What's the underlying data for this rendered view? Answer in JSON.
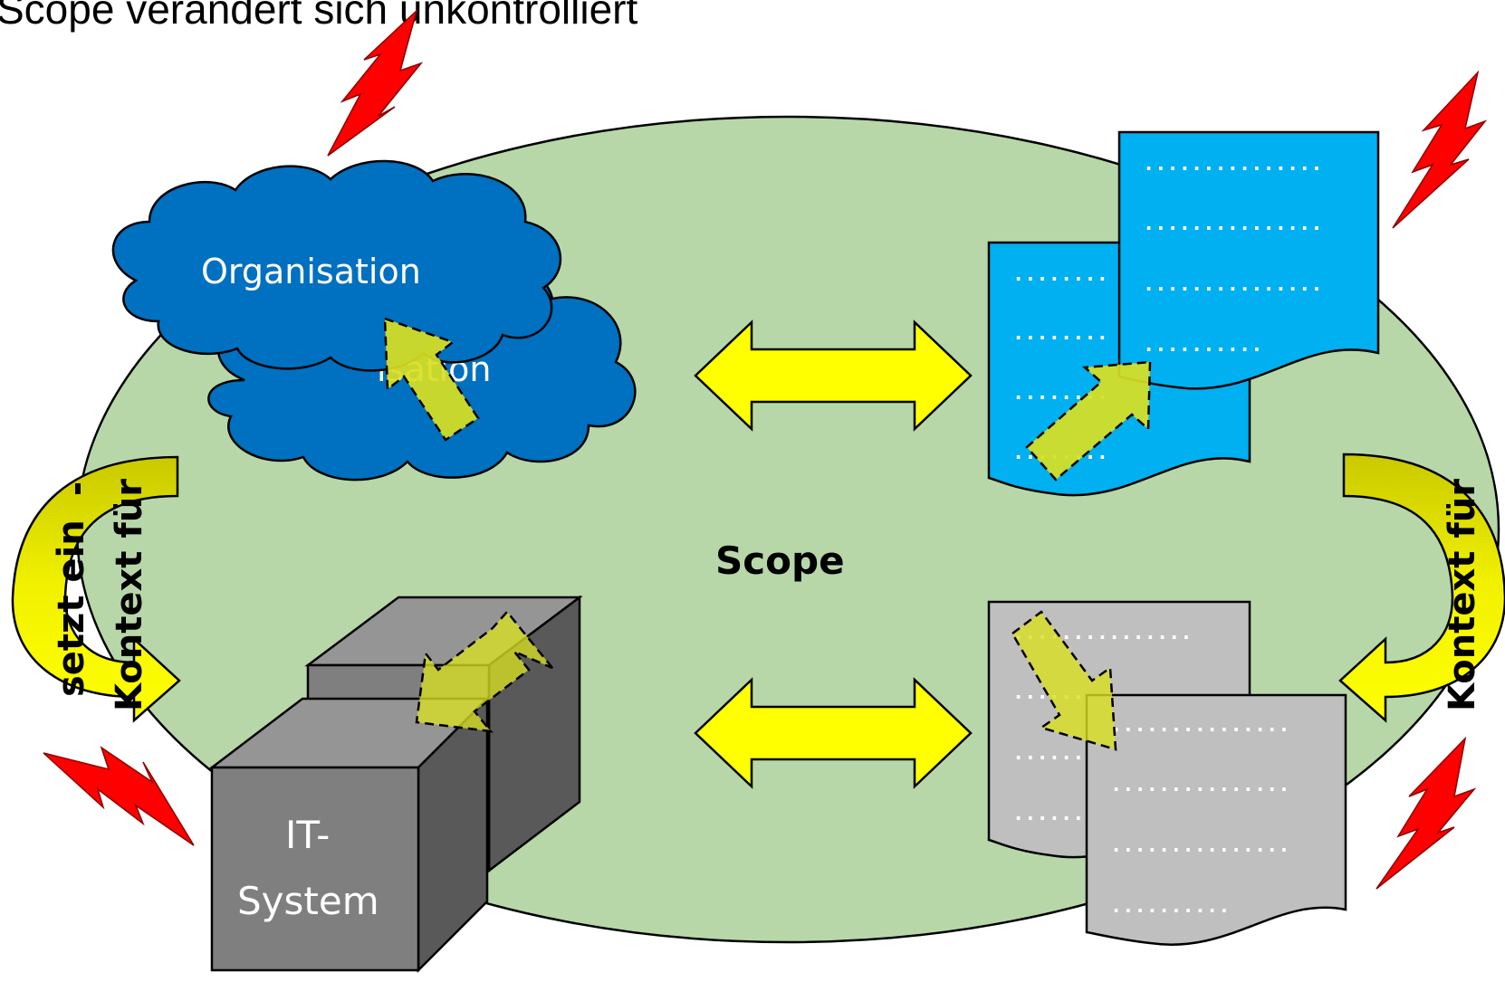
{
  "title": "Scope verändert sich unkontrolliert",
  "center_label": "Scope",
  "organisation_labels": {
    "front": "Organisation",
    "back_partial": "isation"
  },
  "it_system_labels": [
    "IT-",
    "System"
  ],
  "left_curved_arrow": {
    "outer_label": "setzt ein",
    "inner_label": "Kontext für"
  },
  "right_curved_arrow": {
    "label": "Kontext für"
  },
  "document_dot_lines": {
    "blue_front": [
      "...............",
      "...............",
      "...............",
      ".........."
    ],
    "blue_back": [
      "........",
      "........",
      "........",
      "........"
    ],
    "gray_back": [
      "...............",
      "........",
      "......",
      "......"
    ],
    "gray_front": [
      "...............",
      "...............",
      "...............",
      ".........."
    ]
  },
  "colors": {
    "ellipse_fill": "#b8d7a9",
    "cloud_fill": "#0070c0",
    "doc_blue": "#00b0f0",
    "doc_gray": "#bfbfbf",
    "cube_front": "#7f7f7f",
    "cube_top": "#959595",
    "cube_side": "#595959",
    "double_arrow": "#ffff00",
    "curved_arrow": "#e5e500",
    "change_arrow": "#d9e021",
    "lightning": "#ff0000"
  }
}
